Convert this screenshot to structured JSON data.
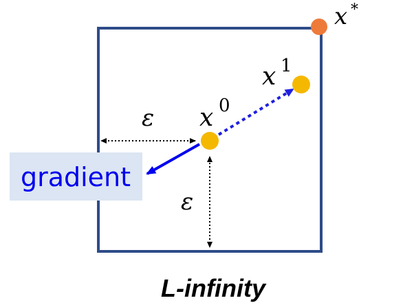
{
  "labels": {
    "x_star": "x",
    "x_star_sup": "*",
    "x0": "x",
    "x0_sup": "0",
    "x1": "x",
    "x1_sup": "1",
    "eps_horizontal": "ε",
    "eps_vertical": "ε",
    "gradient": "gradient",
    "caption": "L-infinity"
  },
  "colors": {
    "box": "#2e4c88",
    "point": "#f5b800",
    "point_star": "#ee7a3a",
    "gradient_arrow": "#0000ee",
    "gradient_text": "#0000ee",
    "gradient_bg": "#dbe5f3",
    "dotted_black": "#000000",
    "dotted_blue": "#1f1fe0"
  }
}
